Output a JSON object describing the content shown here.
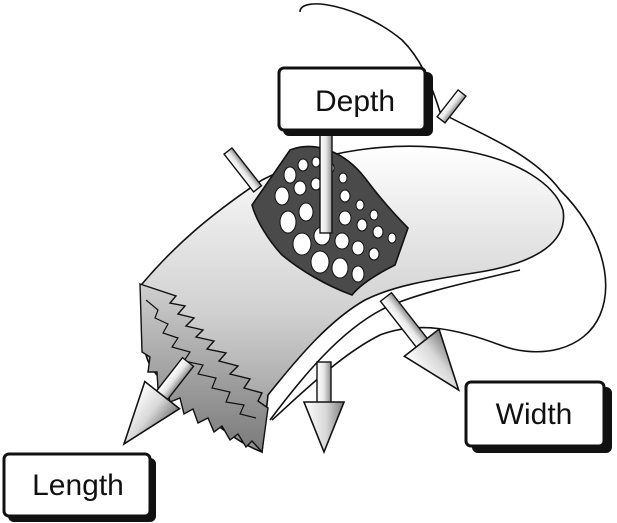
{
  "labels": {
    "depth": "Depth",
    "width": "Width",
    "length": "Length"
  },
  "colors": {
    "outline": "#111111",
    "arrow_light": "#f2f2f2",
    "arrow_dark": "#8c8c8c",
    "mesh": "#555555",
    "tissue_light": "#f7f7f7",
    "tissue_dark": "#9a9a9a"
  }
}
